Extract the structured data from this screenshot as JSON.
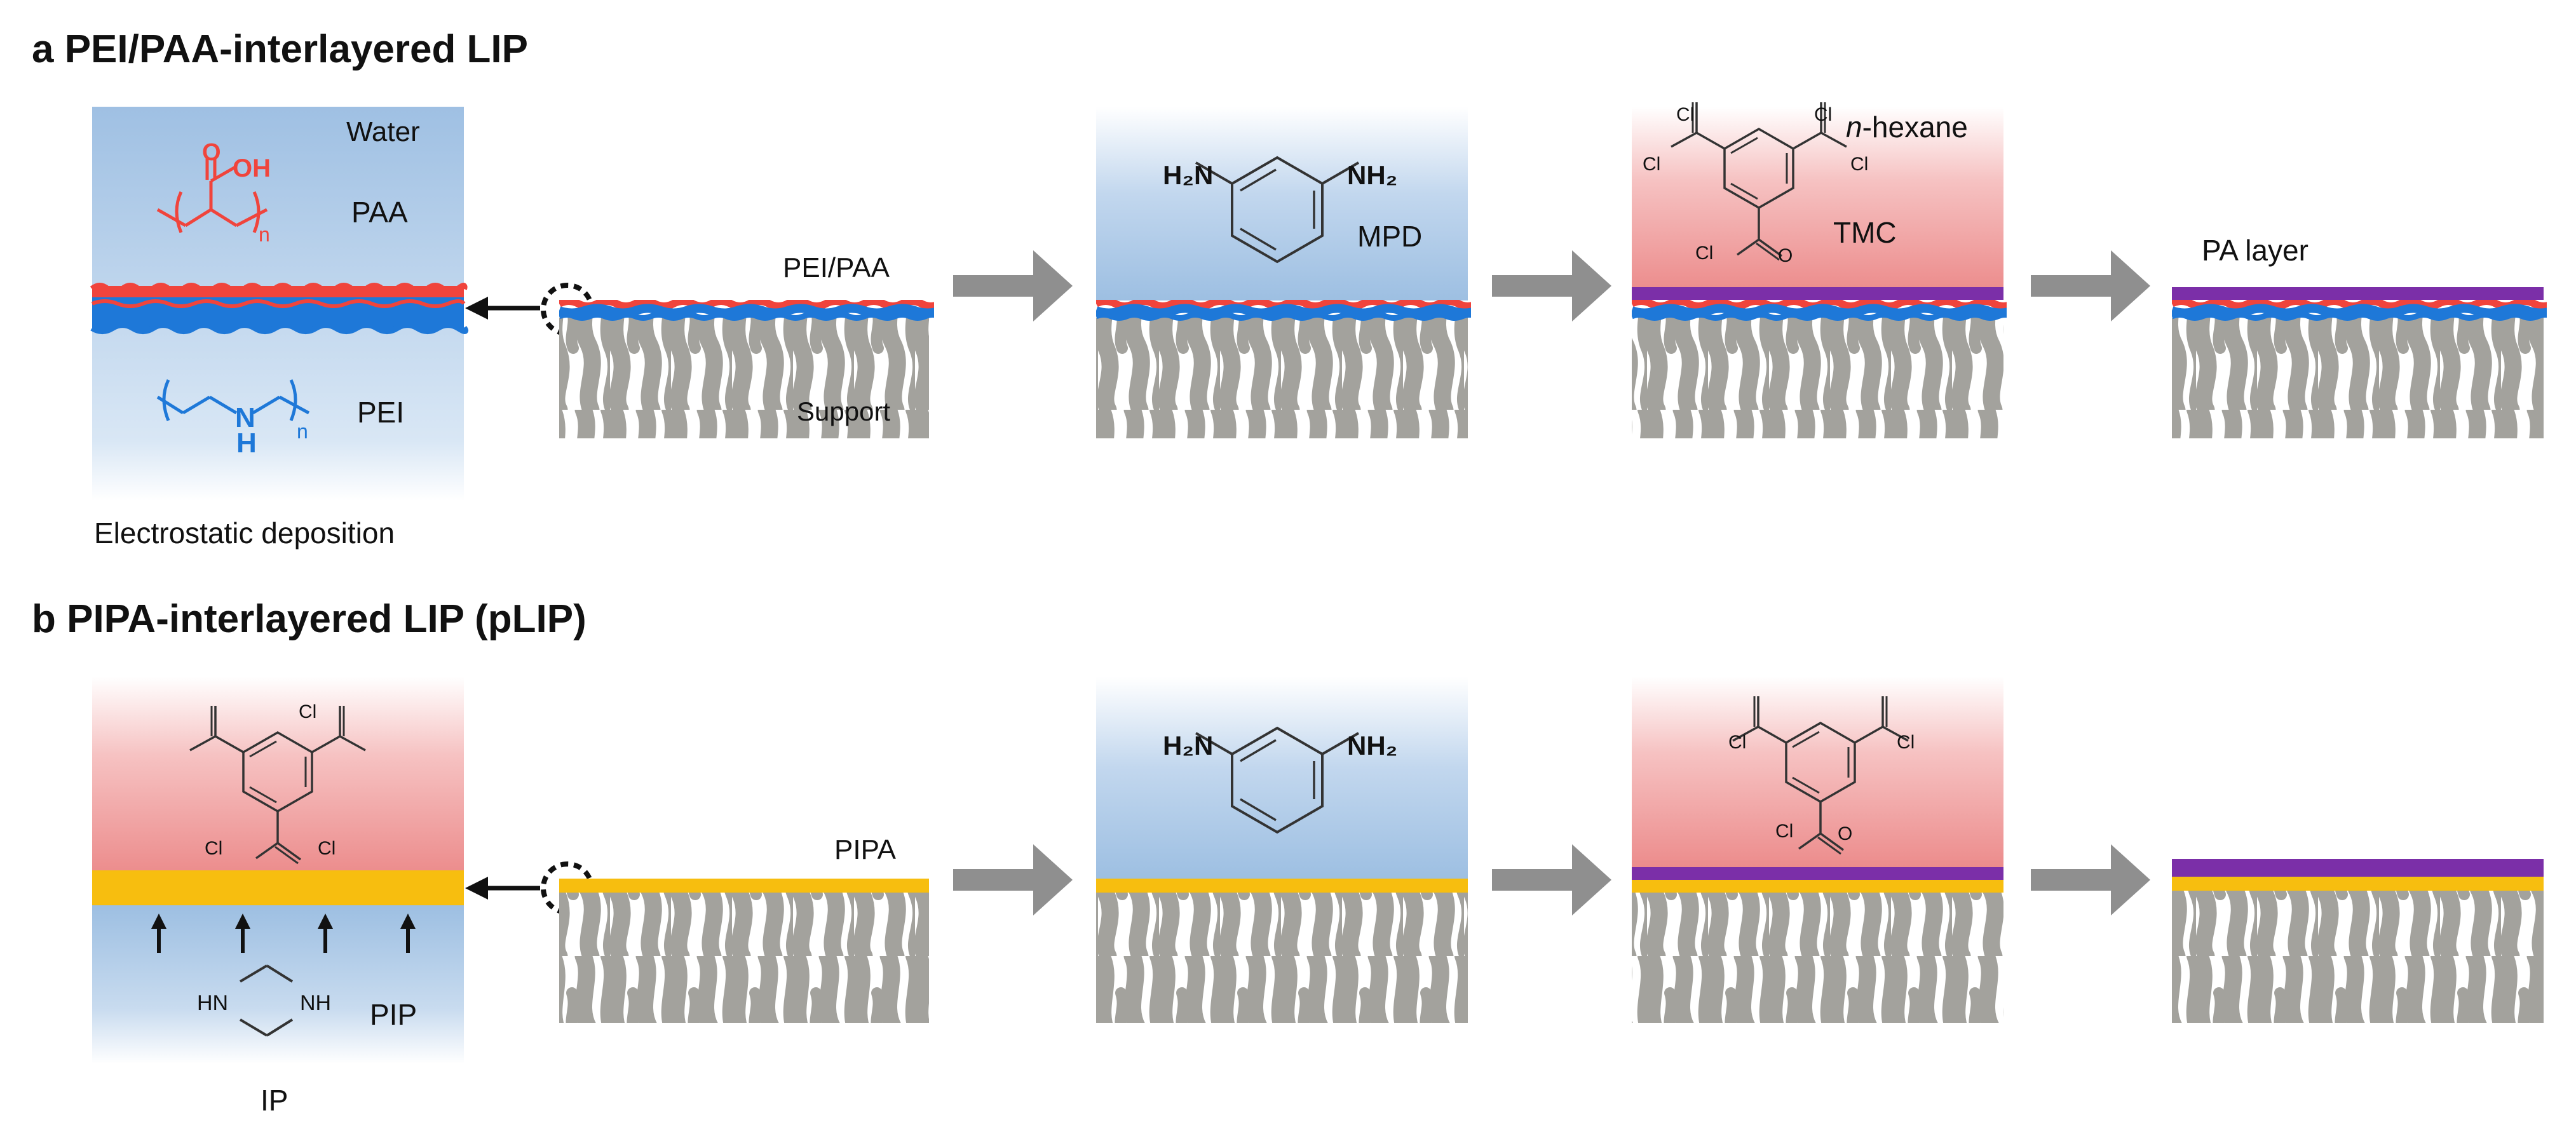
{
  "panel_a": {
    "title": "a PEI/PAA-interlayered LIP",
    "water_label": "Water",
    "paa_label": "PAA",
    "pei_label": "PEI",
    "deposition_label": "Electrostatic deposition",
    "pei_paa_label": "PEI/PAA",
    "support_label": "Support",
    "mpd_label": "MPD",
    "hexane_italic": "n",
    "hexane_rest": "-hexane",
    "tmc_label": "TMC",
    "pa_layer_label": "PA layer"
  },
  "panel_b": {
    "title": "b PIPA-interlayered LIP (pLIP)",
    "pipa_label": "PIPA",
    "pip_label": "PIP",
    "ip_label": "IP"
  },
  "chemistry": {
    "oh": "OH",
    "o": "O",
    "n_sub": "n",
    "nh_n": "N",
    "nh_h": "H",
    "h2n": "H₂N",
    "nh2": "NH₂",
    "cl": "Cl",
    "hn": "HN",
    "nh": "NH"
  },
  "colors": {
    "water_blue": "#a9c7e6",
    "hexane_red": "#ec8f8f",
    "paa_red": "#f0443c",
    "pei_blue": "#1e78d8",
    "pa_purple": "#7b2fa8",
    "pipa_yellow": "#f7be0f",
    "support_grey": "#a3a29d",
    "arrow_grey": "#8f8f8f"
  }
}
